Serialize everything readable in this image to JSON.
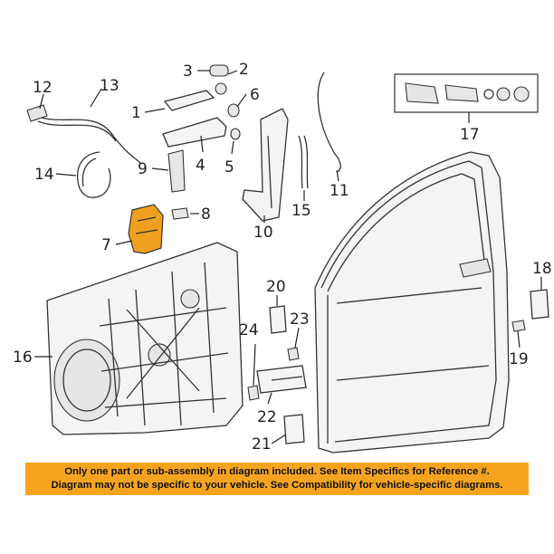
{
  "callouts": {
    "c1": "1",
    "c2": "2",
    "c3": "3",
    "c4": "4",
    "c5": "5",
    "c6": "6",
    "c7": "7",
    "c8": "8",
    "c9": "9",
    "c10": "10",
    "c11": "11",
    "c12": "12",
    "c13": "13",
    "c14": "14",
    "c15": "15",
    "c16": "16",
    "c17": "17",
    "c18": "18",
    "c19": "19",
    "c20": "20",
    "c21": "21",
    "c22": "22",
    "c23": "23",
    "c24": "24"
  },
  "disclaimer": {
    "line1": "Only one part or sub-assembly in diagram included. See Item Specifics for Reference #.",
    "line2": "Diagram may not be specific to your vehicle. See Compatibility for vehicle-specific diagrams."
  },
  "colors": {
    "highlight": "#f0a020",
    "banner": "#f6a41f"
  }
}
